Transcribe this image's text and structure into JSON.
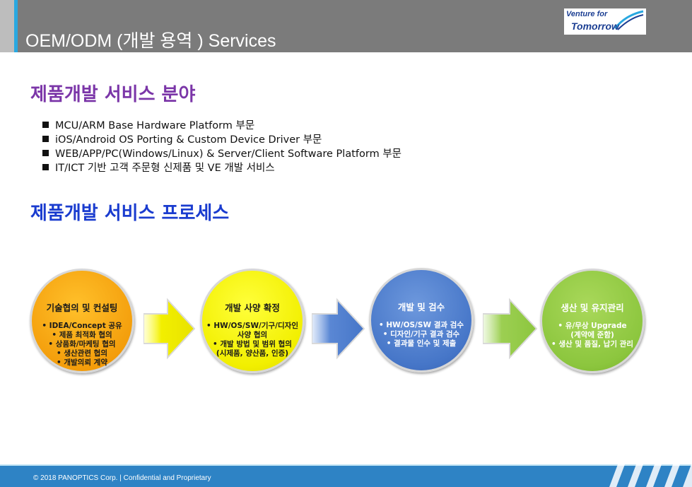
{
  "header": {
    "title": "OEM/ODM (개발 용역 ) Services",
    "logo_line1": "Venture for",
    "logo_line2": "Tomorrow"
  },
  "section1": {
    "title": "제품개발 서비스 분야",
    "bullets": [
      "MCU/ARM Base Hardware Platform 부문",
      "iOS/Android OS Porting & Custom Device Driver 부문",
      "WEB/APP/PC(Windows/Linux)  & Server/Client Software Platform 부문",
      "IT/ICT 기반 고객 주문형 신제품 및 VE 개발 서비스"
    ]
  },
  "section2": {
    "title": "제품개발 서비스 프로세스"
  },
  "process": [
    {
      "title": "기술협의 및 컨설팅",
      "items": [
        "• IDEA/Concept 공유",
        "• 제품 최적화 협의",
        "• 상품화/마케팅 협의",
        "• 생산관련 협의",
        "• 개발의뢰 계약"
      ],
      "color": "#f39c0a"
    },
    {
      "title": "개발 사양 확정",
      "items": [
        "• HW/OS/SW/기구/디자인",
        "사양 협의",
        "• 개발 방법 및 범위 협의",
        "(시제품, 양산품, 인증)"
      ],
      "color": "#f2ef00"
    },
    {
      "title": "개발 및 검수",
      "items": [
        "• HW/OS/SW 결과 검수",
        "• 디자인/기구 결과 검수",
        "• 결과물 인수 및 제출"
      ],
      "color": "#4676c8"
    },
    {
      "title": "생산 및 유지관리",
      "items": [
        "• 유/무상 Upgrade",
        "(계약에 준함)",
        "• 생산 및 품질, 납기 관리"
      ],
      "color": "#8cc63e"
    }
  ],
  "arrow_colors": [
    "#f2ef00",
    "#4676c8",
    "#8cc63e"
  ],
  "footer": {
    "text": "© 2018 PANOPTICS Corp. | Confidential and Proprietary"
  }
}
